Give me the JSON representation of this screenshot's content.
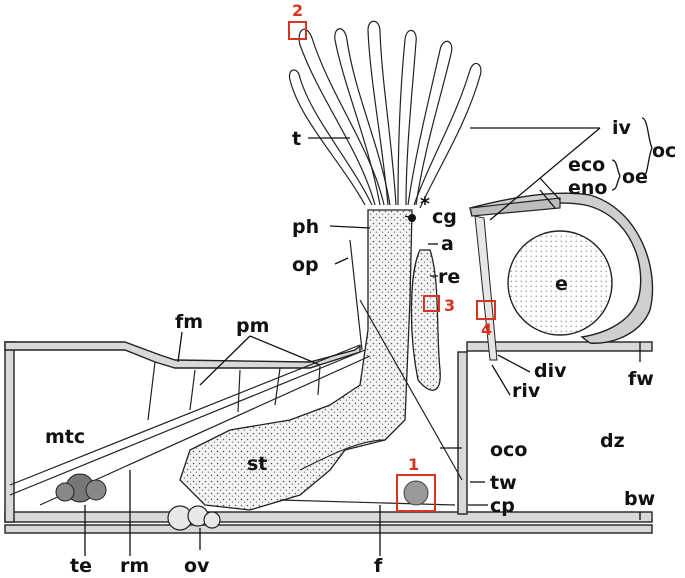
{
  "labels": {
    "t": "t",
    "ph": "ph",
    "op": "op",
    "cg": "cg",
    "asterisk": "*",
    "a": "a",
    "re": "re",
    "fm": "fm",
    "pm": "pm",
    "mtc": "mtc",
    "st": "st",
    "te": "te",
    "rm": "rm",
    "ov": "ov",
    "f": "f",
    "cp": "cp",
    "tw": "tw",
    "oco": "oco",
    "dz": "dz",
    "bw": "bw",
    "fw": "fw",
    "riv": "riv",
    "div": "div",
    "e": "e",
    "iv": "iv",
    "eco": "eco",
    "eno": "eno",
    "oe": "oe",
    "oc": "oc"
  },
  "markers": [
    "1",
    "2",
    "3",
    "4"
  ],
  "colors": {
    "marker": "#d8341f",
    "ink": "#111111",
    "wall": "#d9d9d9"
  }
}
